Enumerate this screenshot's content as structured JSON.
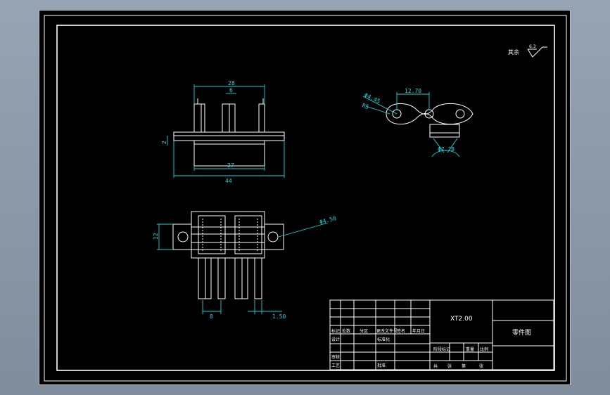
{
  "colors": {
    "background": "#000000",
    "lines": "#ffffff",
    "dimensions": "#19d6dc",
    "window": "#8c9aa9"
  },
  "roughness_note": {
    "label": "其余",
    "value": "6.3"
  },
  "front_view": {
    "dims": {
      "top_overall": "28",
      "top_inner": "6",
      "left_thickness": "2",
      "bottom_inner": "27",
      "bottom_overall": "44"
    }
  },
  "top_view": {
    "dims": {
      "diameter_hole": "Φ4.45",
      "radius": "R5",
      "pitch": "12.70",
      "angle": "Φ7.28"
    }
  },
  "bottom_view": {
    "dims": {
      "diameter": "Φ4.50",
      "height": "12",
      "width_left": "8",
      "offset_right": "1.50"
    }
  },
  "title_block": {
    "drawing_no": "XT2.00",
    "part_name": "零件图",
    "labels": [
      "标记",
      "处数",
      "分区",
      "更改文件号",
      "签名",
      "年月日",
      "设计",
      "标准化",
      "阶段标记",
      "重量",
      "比例",
      "审核",
      "工艺",
      "批准",
      "共",
      "张",
      "第",
      "张"
    ]
  }
}
